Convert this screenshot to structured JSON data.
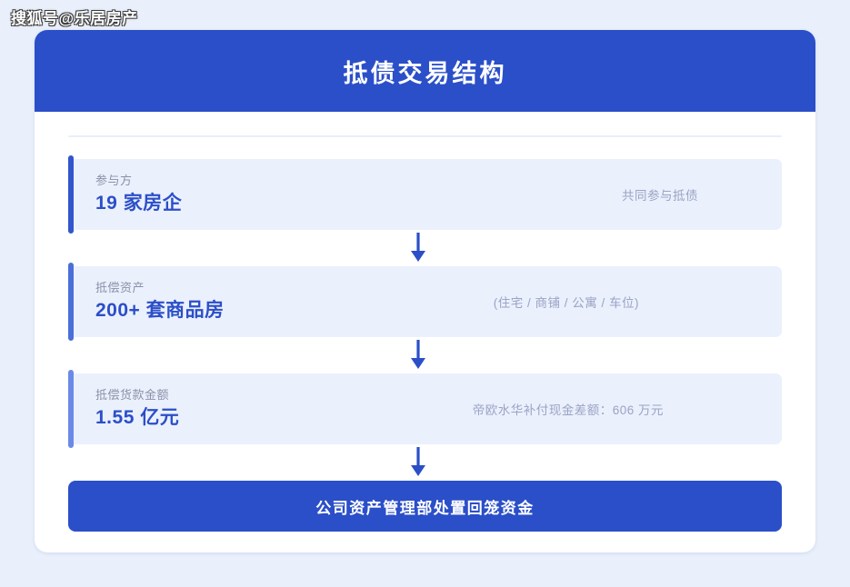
{
  "watermark": {
    "text": "搜狐号@乐居房产"
  },
  "card": {
    "header": {
      "title": "抵债交易结构"
    },
    "flow": {
      "rows": [
        {
          "label": "参与方",
          "value": "19 家房企",
          "note": "共同参与抵债",
          "accent_color": "#3355cc"
        },
        {
          "label": "抵偿资产",
          "value": "200+ 套商品房",
          "note": "(住宅 / 商铺 / 公寓 / 车位)",
          "accent_color": "#4a6fd8"
        },
        {
          "label": "抵偿货款金额",
          "value": "1.55 亿元",
          "note": "帝欧水华补付现金差额：606 万元",
          "accent_color": "#6b8ae8"
        }
      ],
      "arrow_icon": "arrow-down-icon"
    },
    "footer": {
      "text": "公司资产管理部处置回笼资金"
    }
  },
  "colors": {
    "brand_blue": "#2b4fc8",
    "page_background": "#eaf0fb",
    "row_background": "#ebf0fd",
    "label_gray": "#8a92a8",
    "note_gray": "#9aa4c4"
  }
}
